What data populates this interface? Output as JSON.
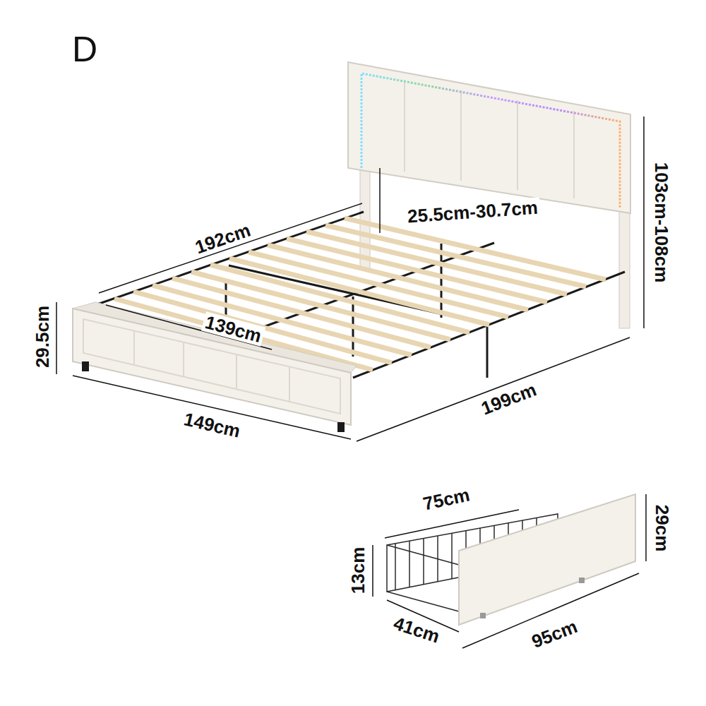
{
  "diagram": {
    "labels": [
      "D",
      "192cm",
      "25.5cm-30.7cm",
      "103cm-108cm",
      "29.5cm",
      "139cm",
      "149cm",
      "199cm",
      "75cm",
      "29cm",
      "13cm",
      "41cm",
      "95cm"
    ]
  }
}
